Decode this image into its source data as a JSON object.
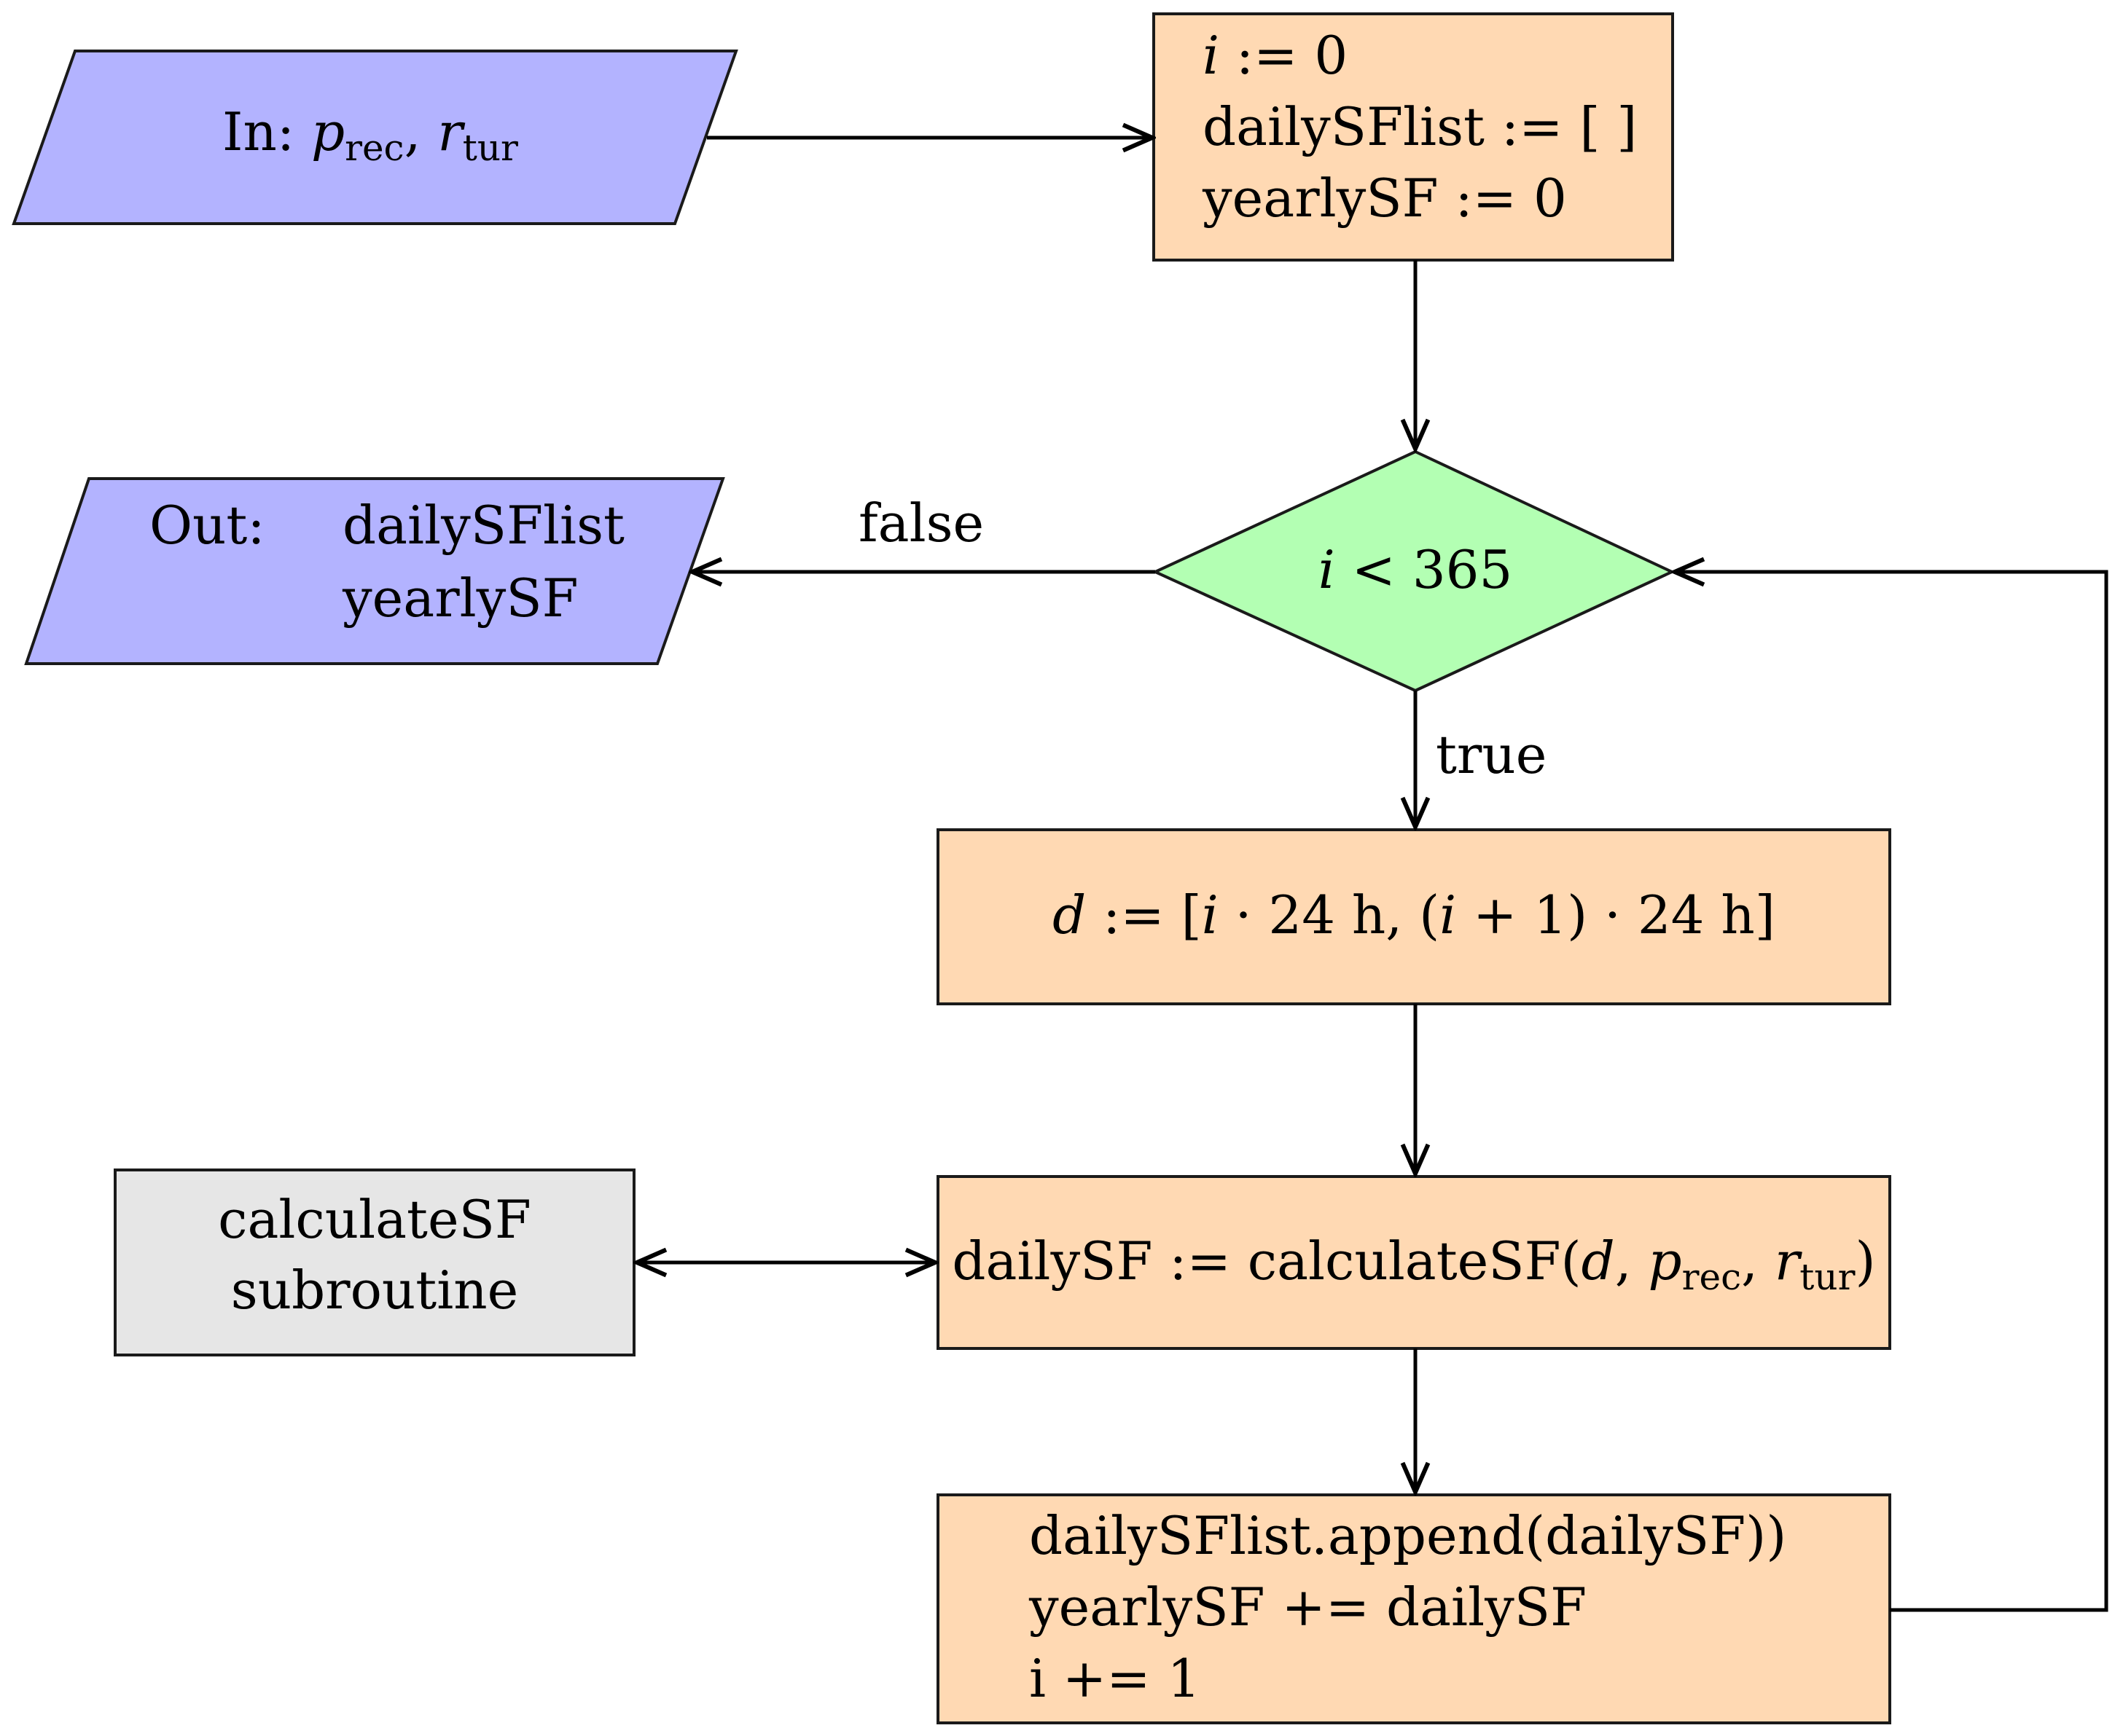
{
  "colors": {
    "io": "#b3b3ff",
    "process": "#ffd9b3",
    "decision": "#b3ffb3",
    "subroutine": "#e6e6e6",
    "stroke": "#1a1a1a"
  },
  "input": {
    "prefix": "In:",
    "p": "p",
    "p_sub": "rec",
    "comma": ",",
    "r": "r",
    "r_sub": "tur"
  },
  "init": {
    "line1_var": "i",
    "line1_rest": ":= 0",
    "line2": "dailySFlist := [ ]",
    "line3": "yearlySF := 0"
  },
  "decision": {
    "var": "i",
    "rest": "< 365"
  },
  "output": {
    "prefix": "Out:",
    "line1": "dailySFlist",
    "line2": "yearlySF"
  },
  "edges": {
    "false_label": "false",
    "true_label": "true"
  },
  "interval": {
    "d": "d",
    "assign": ":= [",
    "i1": "i",
    "part1": "· 24 h, (",
    "i2": "i",
    "part2": "+ 1) · 24 h]"
  },
  "calc": {
    "lead": "dailySF := calculateSF(",
    "d": "d",
    "comma1": ",",
    "p": "p",
    "p_sub": "rec",
    "comma2": ",",
    "r": "r",
    "r_sub": "tur",
    "close": ")"
  },
  "subroutine": {
    "line1": "calculateSF",
    "line2": "subroutine"
  },
  "update": {
    "line1": "dailySFlist.append(dailySF))",
    "line2": "yearlySF += dailySF",
    "line3": "i += 1"
  }
}
